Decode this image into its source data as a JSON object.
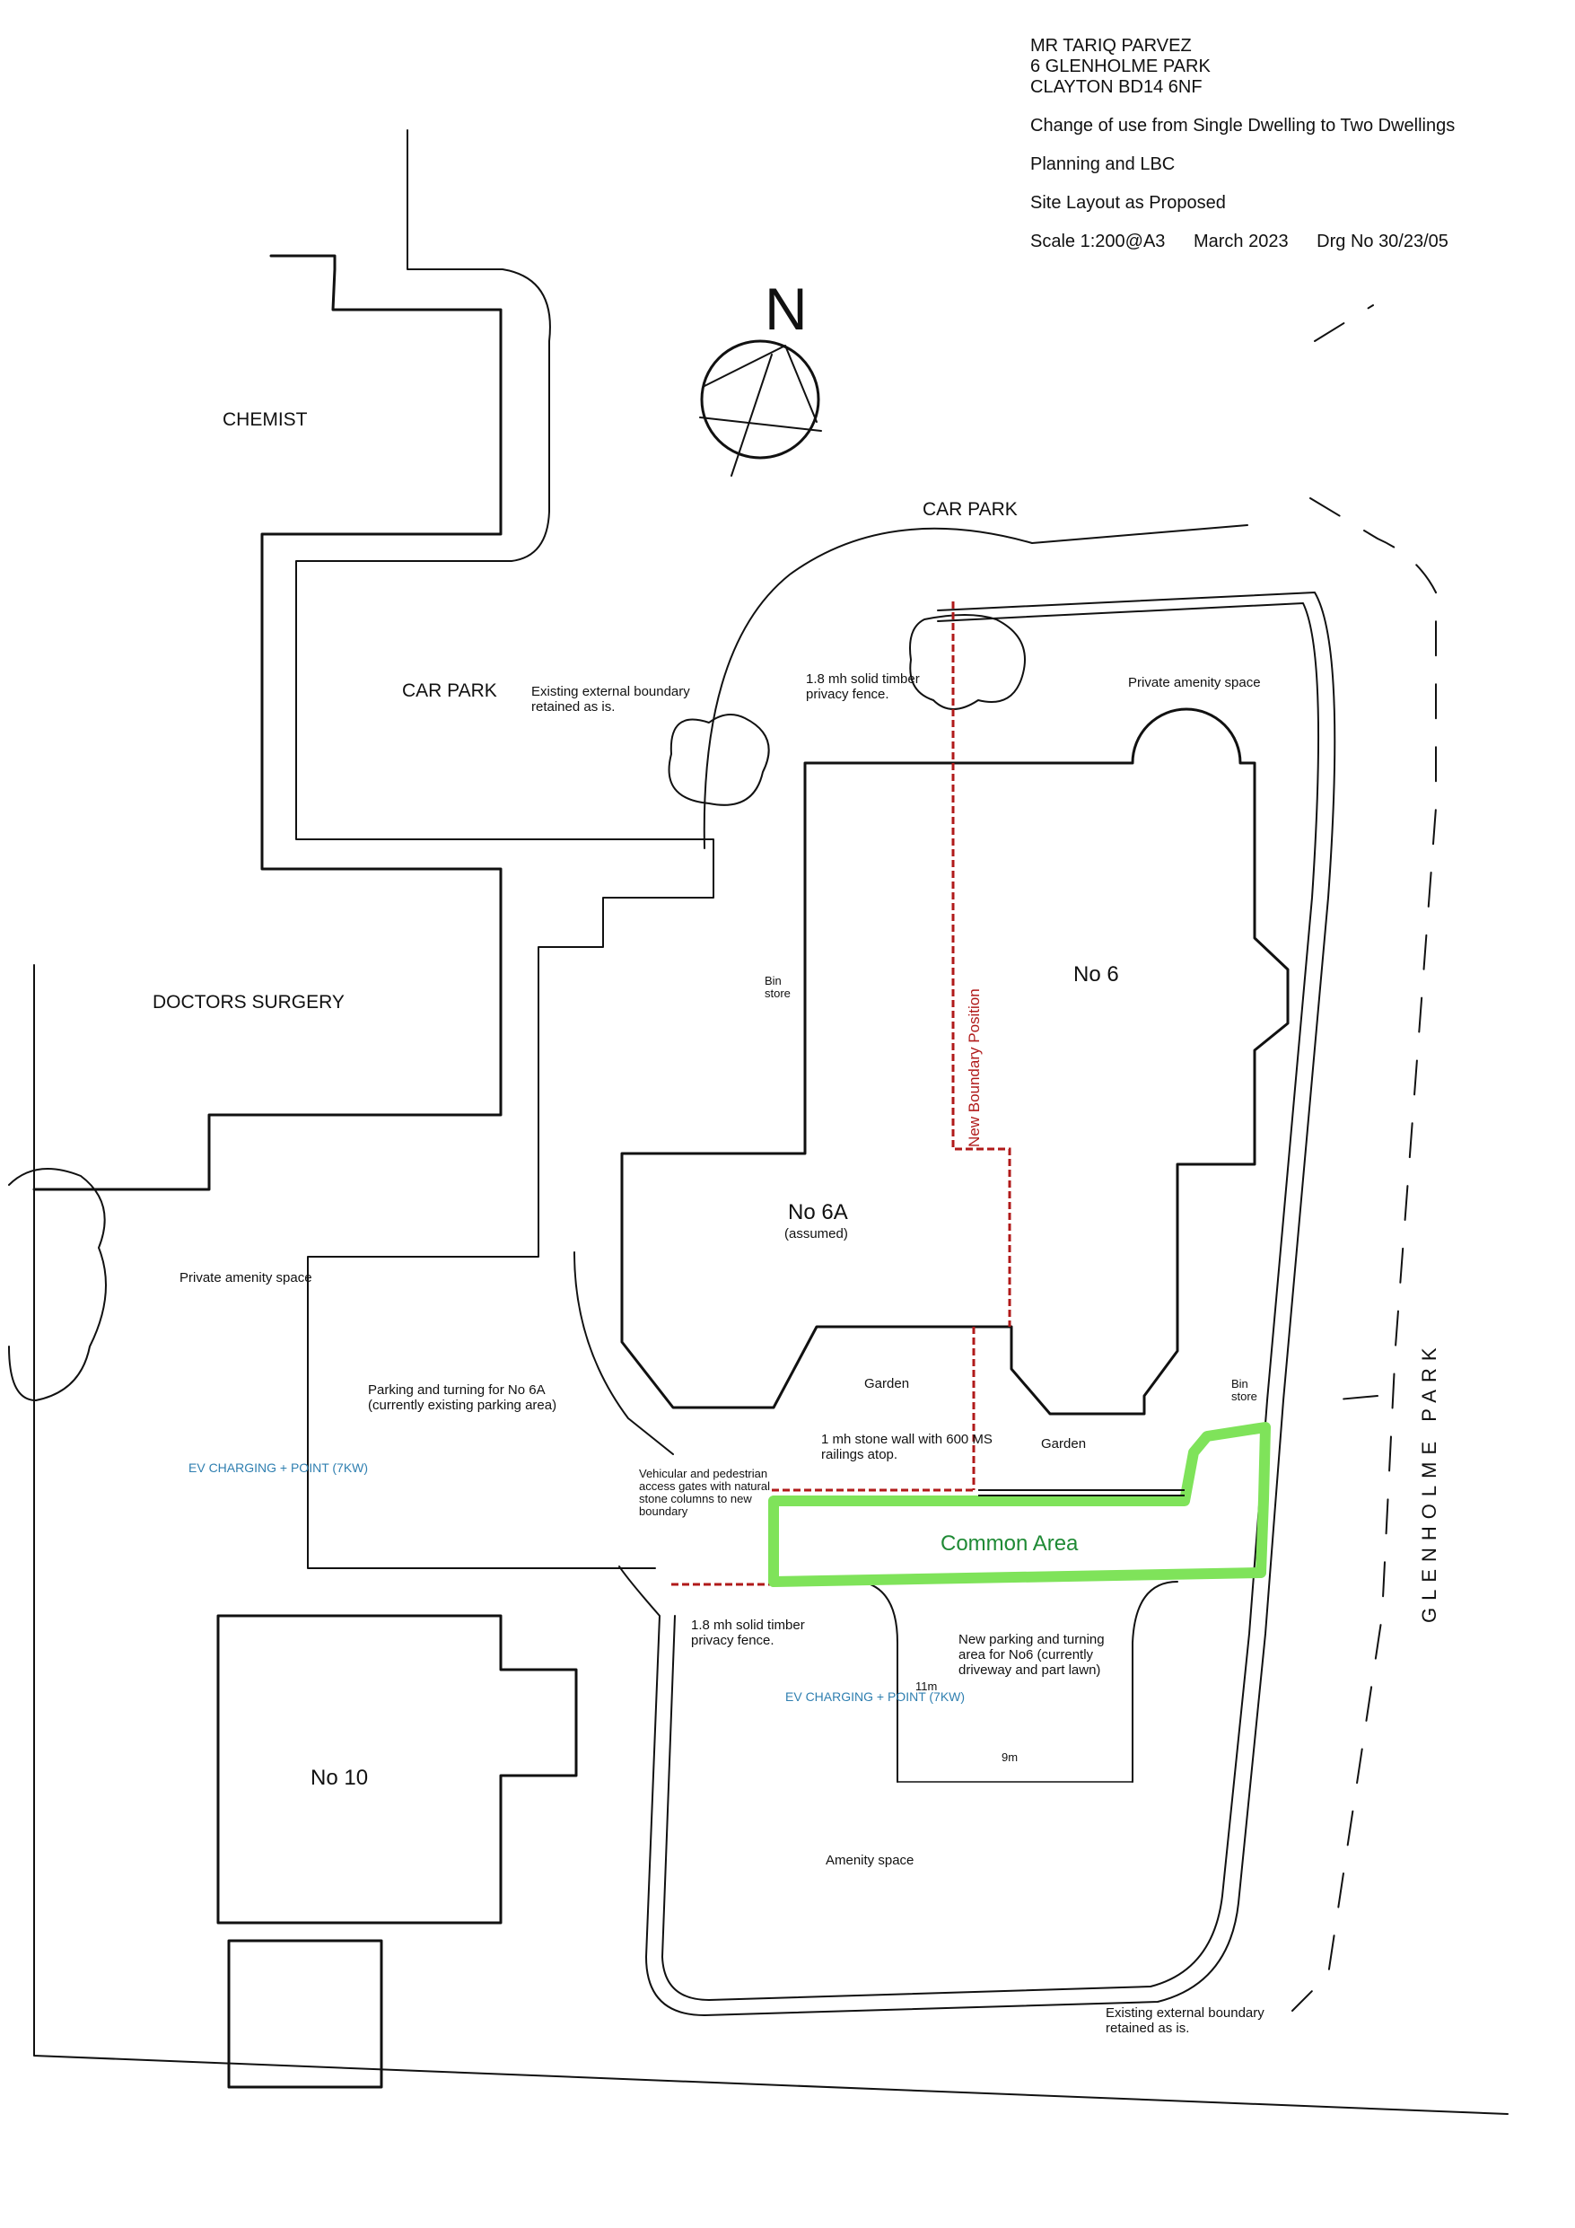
{
  "title_block": {
    "client_name": "MR TARIQ PARVEZ",
    "address_line1": "6 GLENHOLME PARK",
    "address_line2": "CLAYTON BD14 6NF",
    "description": "Change of use from Single Dwelling to Two Dwellings",
    "application": "Planning and LBC",
    "drawing_title": "Site Layout as Proposed",
    "scale": "Scale 1:200@A3",
    "date": "March 2023",
    "drawing_no": "Drg No 30/23/05"
  },
  "north": "N",
  "labels": {
    "chemist": "CHEMIST",
    "car_park_top": "CAR PARK",
    "car_park_left": "CAR PARK",
    "doctors": "DOCTORS SURGERY",
    "existing_boundary_top": "Existing external boundary retained as is.",
    "fence_top": "1.8 mh solid timber privacy fence.",
    "private_amenity_right": "Private amenity space",
    "bin_store_left": "Bin store",
    "no6": "No 6",
    "new_boundary": "New Boundary Position",
    "no6a": "No 6A",
    "no6a_sub": "(assumed)",
    "private_amenity_left": "Private amenity space",
    "parking_6a": "Parking and turning for No 6A (currently existing parking area)",
    "ev_left": "EV CHARGING + POINT (7KW)",
    "garden_left": "Garden",
    "stone_wall": "1 mh stone wall with 600 MS railings atop.",
    "garden_right": "Garden",
    "bin_store_right": "Bin store",
    "gates": "Vehicular and pedestrian access gates with natural stone columns to new boundary",
    "common_area": "Common Area",
    "fence_bottom": "1.8 mh solid timber privacy fence.",
    "ev_mid": "EV CHARGING + POINT (7KW)",
    "dim_11m": "11m",
    "new_parking": "New parking and turning area for No6 (currently driveway and part lawn)",
    "dim_9m": "9m",
    "no10": "No 10",
    "amenity": "Amenity space",
    "existing_boundary_bottom": "Existing external boundary retained as is.",
    "road": "GLENHOLME PARK"
  },
  "colors": {
    "line": "#111111",
    "boundary_red": "#b01a1a",
    "common_green": "#7fe35a",
    "ev_blue": "#2f7fb0",
    "common_text": "#1f8a35"
  }
}
